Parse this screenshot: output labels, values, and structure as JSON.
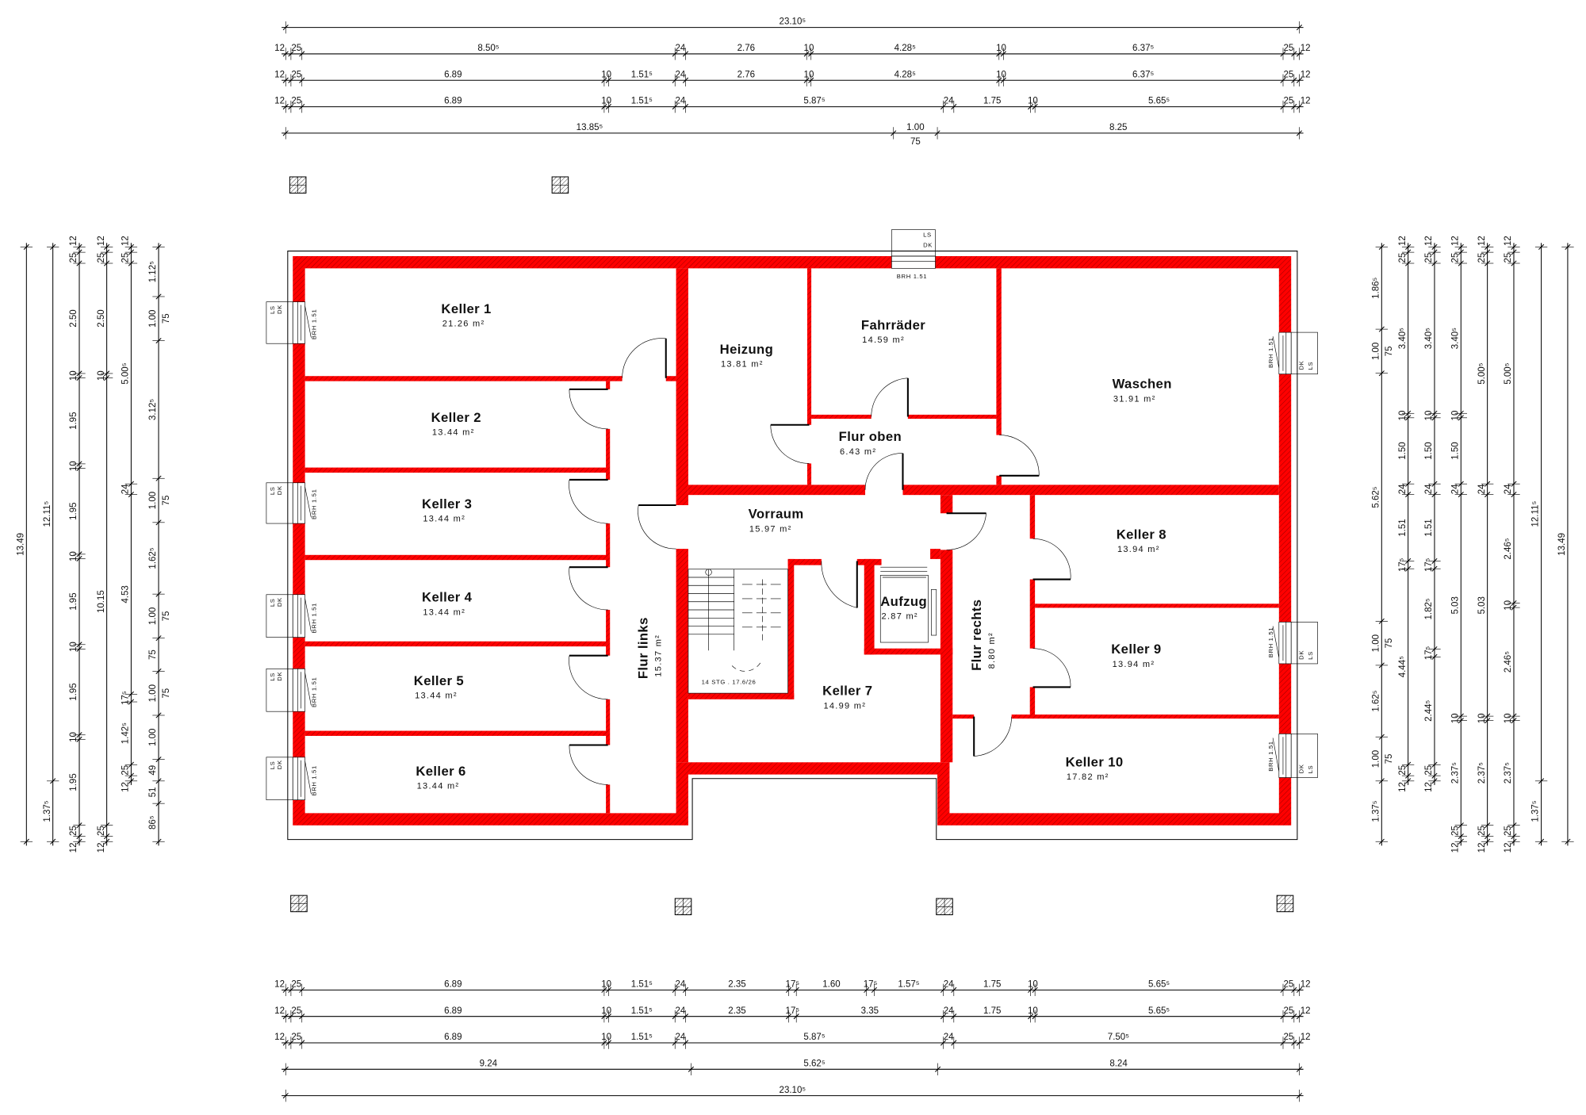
{
  "rooms": [
    {
      "name": "Keller 1",
      "area": "21.26 m²"
    },
    {
      "name": "Keller 2",
      "area": "13.44 m²"
    },
    {
      "name": "Keller 3",
      "area": "13.44 m²"
    },
    {
      "name": "Keller 4",
      "area": "13.44 m²"
    },
    {
      "name": "Keller 5",
      "area": "13.44 m²"
    },
    {
      "name": "Keller 6",
      "area": "13.44 m²"
    },
    {
      "name": "Heizung",
      "area": "13.81 m²"
    },
    {
      "name": "Fahrräder",
      "area": "14.59 m²"
    },
    {
      "name": "Flur oben",
      "area": "6.43 m²"
    },
    {
      "name": "Waschen",
      "area": "31.91 m²"
    },
    {
      "name": "Vorraum",
      "area": "15.97 m²"
    },
    {
      "name": "Keller 7",
      "area": "14.99 m²"
    },
    {
      "name": "Aufzug",
      "area": "2.87 m²"
    },
    {
      "name": "Keller 8",
      "area": "13.94 m²"
    },
    {
      "name": "Keller 9",
      "area": "13.94 m²"
    },
    {
      "name": "Keller 10",
      "area": "17.82 m²"
    },
    {
      "name": "Flur links",
      "area": "15.37 m²"
    },
    {
      "name": "Flur rechts",
      "area": "8.80 m²"
    }
  ],
  "window_labels": {
    "ls": "LS",
    "dk": "DK",
    "brh": "BRH 1.51"
  },
  "stair_label": "14 STG . 17.6/26",
  "colors": {
    "wall": "#ff0000",
    "hatch": "#7a0000",
    "line": "#000000"
  },
  "dimensions": {
    "unit": "cm",
    "top": [
      [
        [
          2310.5,
          "23.10⁵"
        ]
      ],
      [
        [
          12,
          "12"
        ],
        [
          25,
          "25"
        ],
        [
          850.5,
          "8.50⁵"
        ],
        [
          24,
          "24"
        ],
        [
          276,
          "2.76"
        ],
        [
          10,
          "10"
        ],
        [
          428.5,
          "4.28⁵"
        ],
        [
          10,
          "10"
        ],
        [
          637.5,
          "6.37⁵"
        ],
        [
          25,
          "25"
        ],
        [
          12,
          "12"
        ]
      ],
      [
        [
          12,
          "12"
        ],
        [
          25,
          "25"
        ],
        [
          689,
          "6.89"
        ],
        [
          10,
          "10"
        ],
        [
          151.5,
          "1.51⁵"
        ],
        [
          24,
          "24"
        ],
        [
          276,
          "2.76"
        ],
        [
          10,
          "10"
        ],
        [
          428.5,
          "4.28⁵"
        ],
        [
          10,
          "10"
        ],
        [
          637.5,
          "6.37⁵"
        ],
        [
          25,
          "25"
        ],
        [
          12,
          "12"
        ]
      ],
      [
        [
          12,
          "12"
        ],
        [
          25,
          "25"
        ],
        [
          689,
          "6.89"
        ],
        [
          10,
          "10"
        ],
        [
          151.5,
          "1.51⁵"
        ],
        [
          24,
          "24"
        ],
        [
          587.5,
          "5.87⁵"
        ],
        [
          24,
          "24"
        ],
        [
          175,
          "1.75"
        ],
        [
          10,
          "10"
        ],
        [
          565.5,
          "5.65⁵"
        ],
        [
          25,
          "25"
        ],
        [
          12,
          "12"
        ]
      ],
      [
        [
          1385.5,
          "13.85⁵"
        ],
        [
          100,
          "1.00",
          "75"
        ],
        [
          825,
          "8.25"
        ]
      ]
    ],
    "bottom": [
      [
        [
          12,
          "12"
        ],
        [
          25,
          "25"
        ],
        [
          689,
          "6.89"
        ],
        [
          10,
          "10"
        ],
        [
          151.5,
          "1.51⁵"
        ],
        [
          24,
          "24"
        ],
        [
          235,
          "2.35"
        ],
        [
          17.5,
          "17⁵"
        ],
        [
          160,
          "1.60"
        ],
        [
          17.5,
          "17⁵"
        ],
        [
          157.5,
          "1.57⁵"
        ],
        [
          24,
          "24"
        ],
        [
          175,
          "1.75"
        ],
        [
          10,
          "10"
        ],
        [
          565.5,
          "5.65⁵"
        ],
        [
          25,
          "25"
        ],
        [
          12,
          "12"
        ]
      ],
      [
        [
          12,
          "12"
        ],
        [
          25,
          "25"
        ],
        [
          689,
          "6.89"
        ],
        [
          10,
          "10"
        ],
        [
          151.5,
          "1.51⁵"
        ],
        [
          24,
          "24"
        ],
        [
          235,
          "2.35"
        ],
        [
          17.5,
          "17⁵"
        ],
        [
          335,
          "3.35"
        ],
        [
          24,
          "24"
        ],
        [
          175,
          "1.75"
        ],
        [
          10,
          "10"
        ],
        [
          565.5,
          "5.65⁵"
        ],
        [
          25,
          "25"
        ],
        [
          12,
          "12"
        ]
      ],
      [
        [
          12,
          "12"
        ],
        [
          25,
          "25"
        ],
        [
          689,
          "6.89"
        ],
        [
          10,
          "10"
        ],
        [
          151.5,
          "1.51⁵"
        ],
        [
          24,
          "24"
        ],
        [
          587.5,
          "5.87⁵"
        ],
        [
          24,
          "24"
        ],
        [
          750.5,
          "7.50⁵"
        ],
        [
          25,
          "25"
        ],
        [
          12,
          "12"
        ]
      ],
      [
        [
          924,
          "9.24"
        ],
        [
          562.5,
          "5.62⁵"
        ],
        [
          824,
          "8.24"
        ]
      ],
      [
        [
          2310.5,
          "23.10⁵"
        ]
      ]
    ],
    "left": [
      [
        [
          1349,
          "13.49"
        ]
      ],
      [
        [
          1211.5,
          "12.11⁵"
        ],
        [
          137.5,
          "1.37⁵"
        ]
      ],
      [
        [
          12,
          "12"
        ],
        [
          25,
          "25"
        ],
        [
          250,
          "2.50"
        ],
        [
          10,
          "10"
        ],
        [
          195,
          "1.95"
        ],
        [
          10,
          "10"
        ],
        [
          195,
          "1.95"
        ],
        [
          10,
          "10"
        ],
        [
          195,
          "1.95"
        ],
        [
          10,
          "10"
        ],
        [
          195,
          "1.95"
        ],
        [
          10,
          "10"
        ],
        [
          195,
          "1.95"
        ],
        [
          25,
          "25"
        ],
        [
          12,
          "12"
        ]
      ],
      [
        [
          12,
          "12"
        ],
        [
          25,
          "25"
        ],
        [
          250,
          "2.50"
        ],
        [
          10,
          "10"
        ],
        [
          1015,
          "10.15"
        ],
        [
          25,
          "25"
        ],
        [
          12,
          "12"
        ]
      ],
      [
        [
          12,
          "12"
        ],
        [
          25,
          "25"
        ],
        [
          500.5,
          "5.00⁵"
        ],
        [
          24,
          "24"
        ],
        [
          453,
          "4.53"
        ],
        [
          17.5,
          "17⁵"
        ],
        [
          142.5,
          "1.42⁵"
        ],
        [
          25,
          "25"
        ],
        [
          12,
          "12"
        ]
      ],
      [
        [
          112.5,
          "1.12⁵"
        ],
        [
          100,
          "1.00",
          "75"
        ],
        [
          312.5,
          "3.12⁵"
        ],
        [
          100,
          "1.00",
          "75"
        ],
        [
          162.5,
          "1.62⁵"
        ],
        [
          100,
          "1.00",
          "75"
        ],
        [
          75,
          "75"
        ],
        [
          100,
          "1.00",
          "75"
        ],
        [
          100,
          "1.00"
        ],
        [
          49,
          "49"
        ],
        [
          51,
          "51"
        ],
        [
          86.5,
          "86⁵"
        ]
      ]
    ],
    "right": [
      [
        [
          186.5,
          "1.86⁵"
        ],
        [
          100,
          "1.00",
          "75"
        ],
        [
          562.5,
          "5.62⁵"
        ],
        [
          100,
          "1.00",
          "75"
        ],
        [
          162.5,
          "1.62⁵"
        ],
        [
          100,
          "1.00",
          "75"
        ],
        [
          137.5,
          "1.37⁵"
        ]
      ],
      [
        [
          12,
          "12"
        ],
        [
          25,
          "25"
        ],
        [
          340.5,
          "3.40⁵"
        ],
        [
          10,
          "10"
        ],
        [
          150,
          "1.50"
        ],
        [
          24,
          "24"
        ],
        [
          151,
          "1.51"
        ],
        [
          17.5,
          "17⁵"
        ],
        [
          444.5,
          "4.44⁵"
        ],
        [
          25,
          "25"
        ],
        [
          12,
          "12"
        ]
      ],
      [
        [
          12,
          "12"
        ],
        [
          25,
          "25"
        ],
        [
          340.5,
          "3.40⁵"
        ],
        [
          10,
          "10"
        ],
        [
          150,
          "1.50"
        ],
        [
          24,
          "24"
        ],
        [
          151,
          "1.51"
        ],
        [
          17.5,
          "17⁵"
        ],
        [
          182.5,
          "1.82⁵"
        ],
        [
          17.5,
          "17⁵"
        ],
        [
          244.5,
          "2.44⁵"
        ],
        [
          25,
          "25"
        ],
        [
          12,
          "12"
        ]
      ],
      [
        [
          12,
          "12"
        ],
        [
          25,
          "25"
        ],
        [
          340.5,
          "3.40⁵"
        ],
        [
          10,
          "10"
        ],
        [
          150,
          "1.50"
        ],
        [
          24,
          "24"
        ],
        [
          503,
          "5.03"
        ],
        [
          10,
          "10"
        ],
        [
          237.5,
          "2.37⁵"
        ],
        [
          25,
          "25"
        ],
        [
          12,
          "12"
        ]
      ],
      [
        [
          12,
          "12"
        ],
        [
          25,
          "25"
        ],
        [
          500.5,
          "5.00⁵"
        ],
        [
          24,
          "24"
        ],
        [
          503,
          "5.03"
        ],
        [
          10,
          "10"
        ],
        [
          237.5,
          "2.37⁵"
        ],
        [
          25,
          "25"
        ],
        [
          12,
          "12"
        ]
      ],
      [
        [
          12,
          "12"
        ],
        [
          25,
          "25"
        ],
        [
          500.5,
          "5.00⁵"
        ],
        [
          24,
          "24"
        ],
        [
          246.5,
          "2.46⁵"
        ],
        [
          10,
          "10"
        ],
        [
          246.5,
          "2.46⁵"
        ],
        [
          10,
          "10"
        ],
        [
          237.5,
          "2.37⁵"
        ],
        [
          25,
          "25"
        ],
        [
          12,
          "12"
        ]
      ],
      [
        [
          1211.5,
          "12.11⁵"
        ],
        [
          137.5,
          "1.37⁵"
        ]
      ],
      [
        [
          1349,
          "13.49"
        ]
      ]
    ]
  }
}
